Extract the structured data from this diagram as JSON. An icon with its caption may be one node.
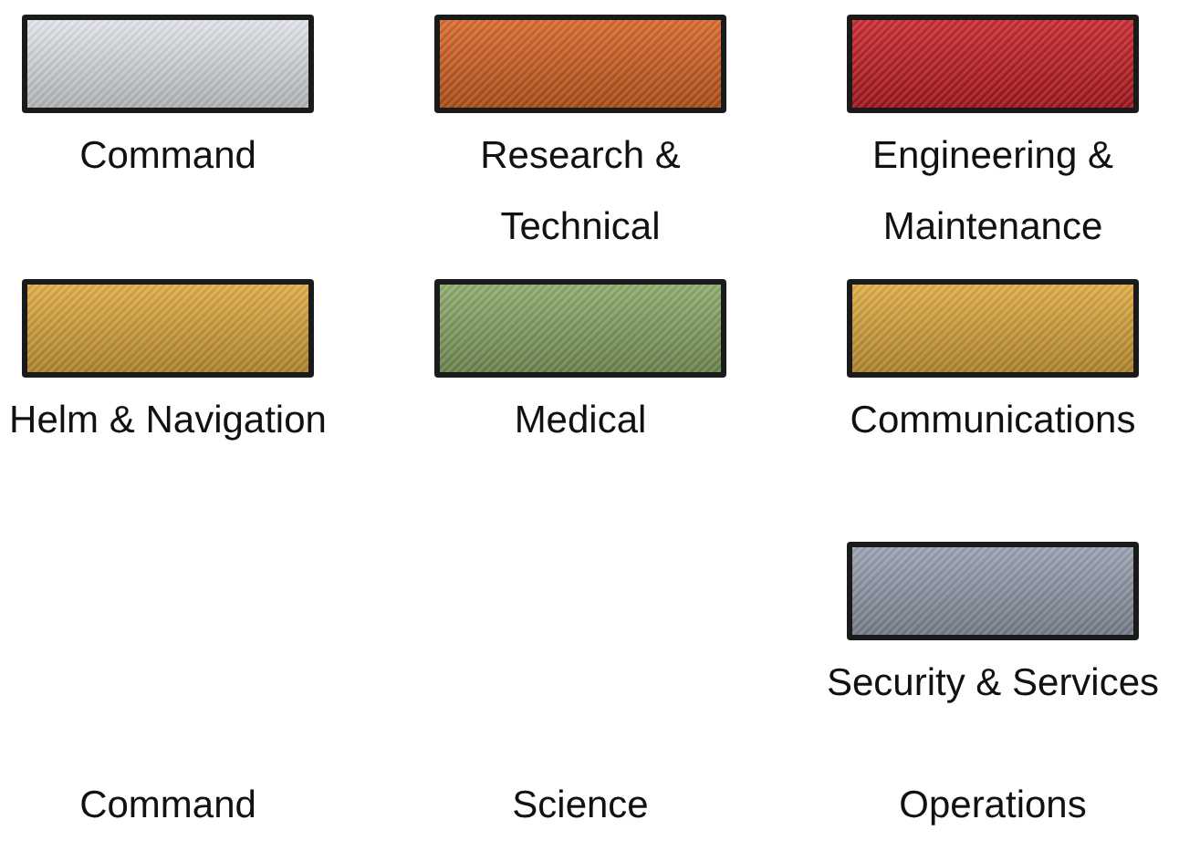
{
  "diagram": {
    "legend": [
      {
        "text": "Command",
        "color": "#dfe3e8"
      },
      {
        "text": "Research & Technical",
        "color": "#d4601f"
      },
      {
        "text": "Engineering & Maintenance",
        "color": "#c41c22"
      },
      {
        "text": "Helm & Navigation",
        "color": "#dba63a"
      },
      {
        "text": "Medical",
        "color": "#86a563"
      },
      {
        "text": "Communications",
        "color": "#dba63a"
      },
      {
        "text": "Security & Services",
        "color": "#939bab"
      }
    ],
    "labels": [
      "Command",
      "Science",
      "Operations"
    ]
  }
}
